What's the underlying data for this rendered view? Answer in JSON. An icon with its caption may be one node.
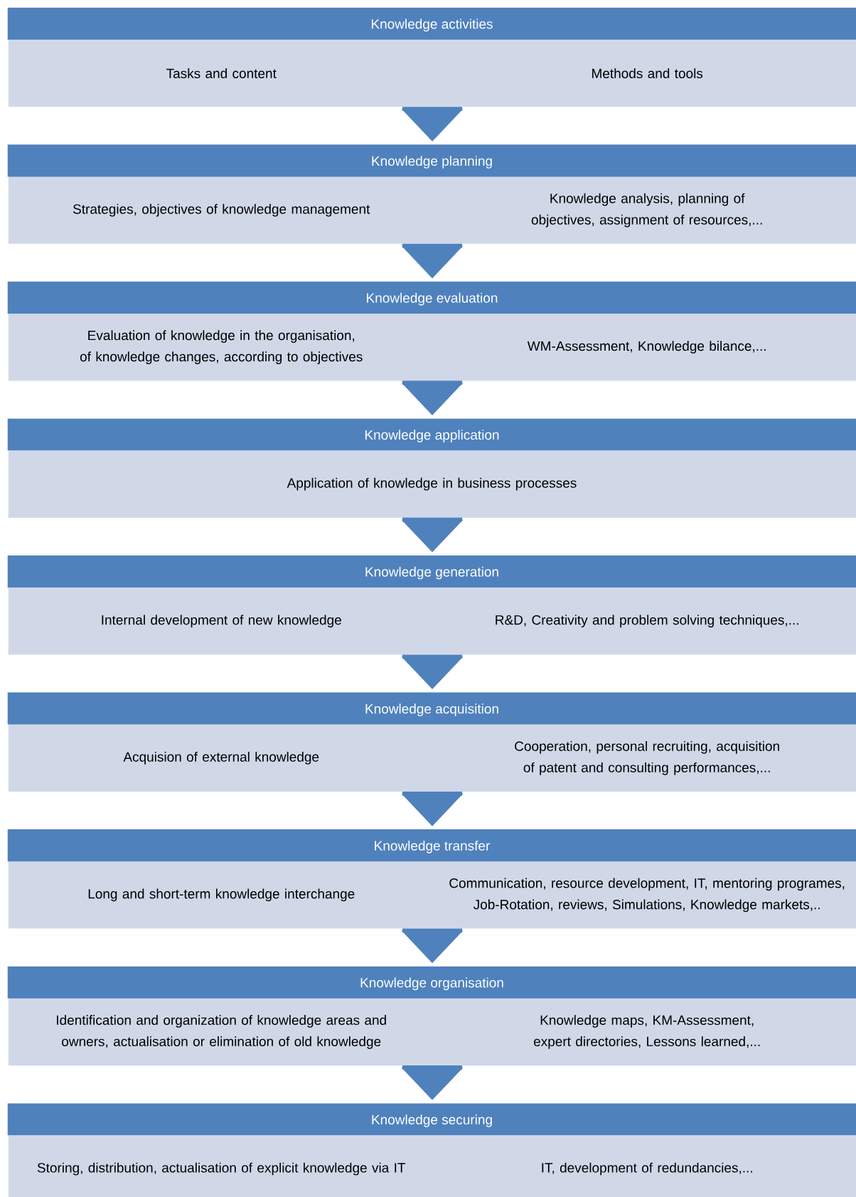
{
  "diagram": {
    "nodes": [
      {
        "text": [
          "Knowledge activities",
          "Tasks and content",
          "Methods and tools"
        ]
      },
      {
        "text": [
          "Knowledge planning",
          "Strategies, objectives of knowledge management",
          "Knowledge analysis, planning of objectives, assignment of resources,..."
        ]
      },
      {
        "text": [
          "Knowledge evaluation",
          "Evaluation of knowledge in the organisation, of knowledge changes, according to objectives",
          "WM-Assessment, Knowledge bilance,..."
        ]
      },
      {
        "text": [
          "Knowledge application",
          "Application of knowledge in business processes"
        ]
      },
      {
        "text": [
          "Knowledge generation",
          "Internal development of new knowledge",
          "R&D, Creativity and problem solving techniques,..."
        ]
      },
      {
        "text": [
          "Knowledge acquisition",
          "Acquision of external knowledge",
          "Cooperation, personal recruiting, acquisition of patent and consulting performances,..."
        ]
      },
      {
        "text": [
          "Knowledge transfer",
          "Long and short-term knowledge interchange",
          "Communication, resource development, IT, mentoring programes, Job-Rotation, reviews, Simulations,  Knowledge markets,.."
        ]
      },
      {
        "text": [
          "Knowledge organisation",
          "Identification and organization of knowledge areas and owners, actualisation or elimination of old knowledge",
          "Knowledge maps, KM-Assessment, expert directories, Lessons learned,..."
        ]
      },
      {
        "text": [
          "Knowledge securing",
          "Storing, distribution, actualisation of explicit knowledge via IT",
          "IT, development of redundancies,..."
        ]
      }
    ],
    "edges": [
      {
        "from": 0,
        "to": 1,
        "arrow": "to"
      },
      {
        "from": 1,
        "to": 2,
        "arrow": "to"
      },
      {
        "from": 2,
        "to": 3,
        "arrow": "to"
      },
      {
        "from": 3,
        "to": 4,
        "arrow": "to"
      },
      {
        "from": 4,
        "to": 5,
        "arrow": "to"
      },
      {
        "from": 5,
        "to": 6,
        "arrow": "to"
      },
      {
        "from": 6,
        "to": 7,
        "arrow": "to"
      },
      {
        "from": 7,
        "to": 8,
        "arrow": "to"
      }
    ]
  }
}
